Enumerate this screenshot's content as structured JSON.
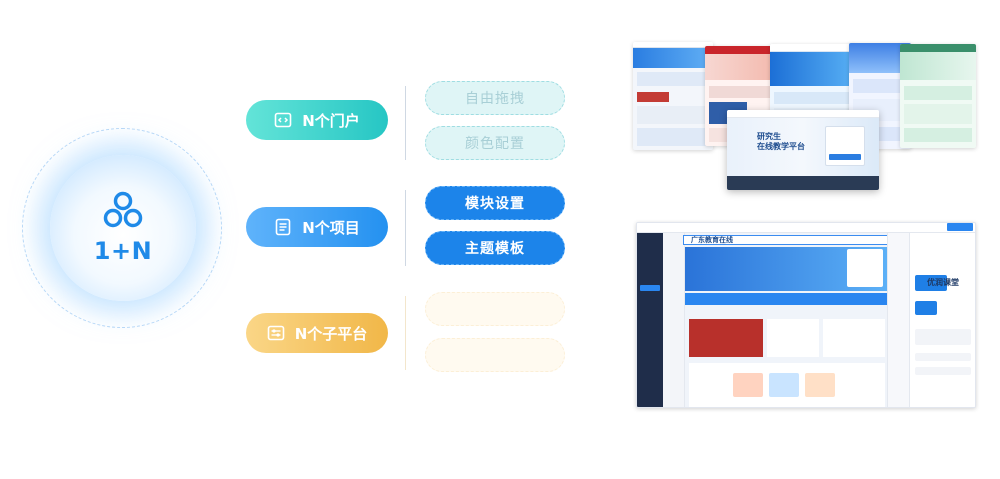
{
  "hub": {
    "label": "1+N",
    "icon": "three-circles-icon",
    "color": "#1f8ae8"
  },
  "categories": [
    {
      "label": "N个门户",
      "icon": "portal-window-icon",
      "color": "#26c6c4"
    },
    {
      "label": "N个项目",
      "icon": "list-document-icon",
      "color": "#2491f0"
    },
    {
      "label": "N个子平台",
      "icon": "sliders-icon",
      "color": "#f1b748"
    }
  ],
  "options": {
    "portal": [
      "自由拖拽",
      "颜色配置"
    ],
    "project": [
      "模块设置",
      "主题模板"
    ],
    "sub": [
      "",
      ""
    ]
  },
  "preview_portal": {
    "main_title_line1": "研究生",
    "main_title_line2": "在线教学平台"
  },
  "preview_admin": {
    "banner_title": "广东教育在线",
    "logo_text": "优润课堂"
  }
}
